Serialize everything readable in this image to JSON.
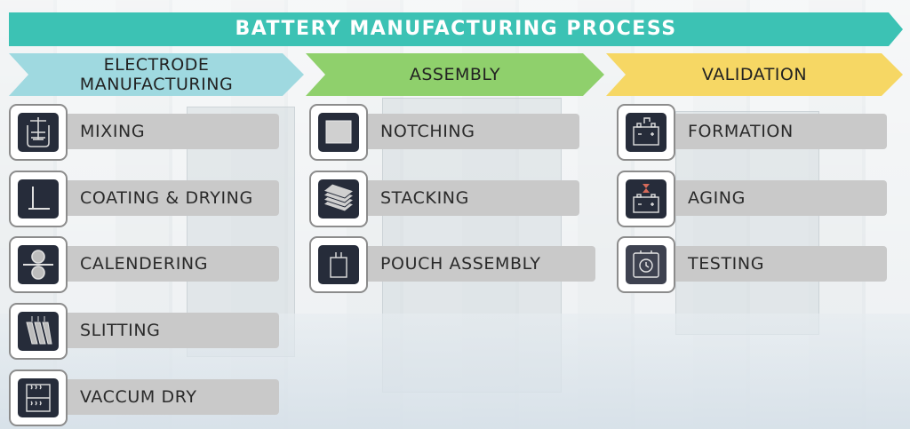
{
  "title": "BATTERY MANUFACTURING PROCESS",
  "colors": {
    "banner": "#3cc2b4",
    "electrode": "#9fd9e0",
    "assembly": "#8fd06c",
    "validation": "#f6d764",
    "step_bar": "#c9c9c9",
    "icon_bg": "#262c3a"
  },
  "columns": [
    {
      "heading_line1": "ELECTRODE",
      "heading_line2": "MANUFACTURING",
      "steps": [
        {
          "label": "MIXING",
          "icon": "mixer-icon"
        },
        {
          "label": "COATING & DRYING",
          "icon": "coating-icon"
        },
        {
          "label": "CALENDERING",
          "icon": "calender-rollers-icon"
        },
        {
          "label": "SLITTING",
          "icon": "slitting-icon"
        },
        {
          "label": "VACCUM DRY",
          "icon": "vacuum-dry-icon"
        }
      ]
    },
    {
      "heading_line1": "ASSEMBLY",
      "steps": [
        {
          "label": "NOTCHING",
          "icon": "notching-icon"
        },
        {
          "label": "STACKING",
          "icon": "stacking-icon"
        },
        {
          "label": "POUCH ASSEMBLY",
          "icon": "pouch-icon"
        }
      ]
    },
    {
      "heading_line1": "VALIDATION",
      "steps": [
        {
          "label": "FORMATION",
          "icon": "battery-formation-icon"
        },
        {
          "label": "AGING",
          "icon": "battery-hourglass-icon"
        },
        {
          "label": "TESTING",
          "icon": "clock-test-icon"
        }
      ]
    }
  ]
}
